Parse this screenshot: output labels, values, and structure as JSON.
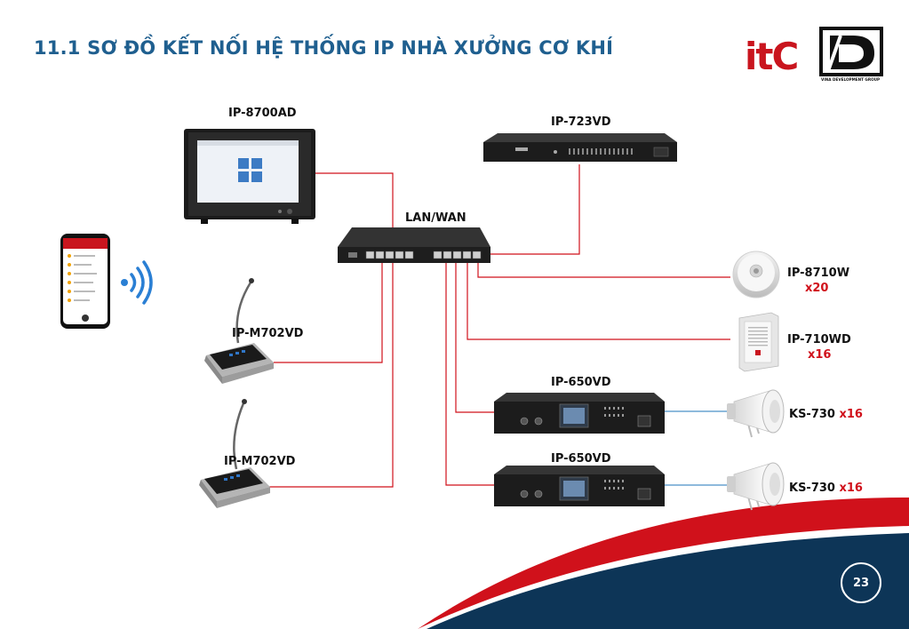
{
  "title": "11.1 SƠ ĐỒ KẾT NỐI HỆ THỐNG IP NHÀ XƯỞNG CƠ KHÍ",
  "logos": {
    "itc_text": "itC",
    "vdg_caption": "VINA DEVELOPMENT GROUP"
  },
  "devices": {
    "ip8700ad": "IP-8700AD",
    "ip723vd": "IP-723VD",
    "switch": "LAN/WAN",
    "mic1": "IP-M702VD",
    "mic2": "IP-M702VD",
    "ip8710w": {
      "name": "IP-8710W",
      "qty": "x20"
    },
    "ip710wd": {
      "name": "IP-710WD",
      "qty": "x16"
    },
    "amp1": "IP-650VD",
    "amp2": "IP-650VD",
    "horn1": {
      "name": "KS-730",
      "qty": "x16"
    },
    "horn2": {
      "name": "KS-730",
      "qty": "x16"
    }
  },
  "colors": {
    "title": "#1f5f8f",
    "link_lan": "#d0111b",
    "link_speaker": "#4a90c8",
    "wave": "#2a7fd4",
    "footer_dark": "#0d3557",
    "footer_red": "#d0111b"
  },
  "page_number": "23"
}
